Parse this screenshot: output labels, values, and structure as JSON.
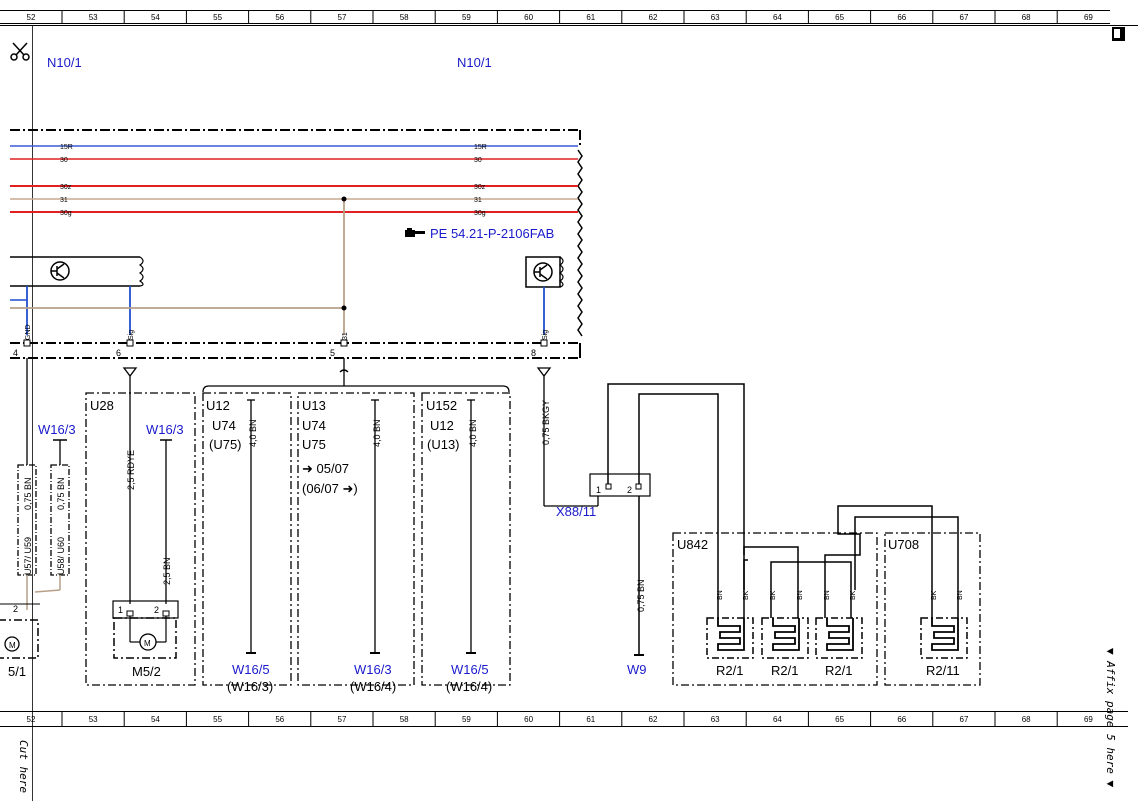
{
  "colors": {
    "wire_15R": "#3b5bd6",
    "wire_30": "#e02020",
    "wire_31": "#b8a088",
    "wire_sig": "#1f4fd0",
    "ref_blue": "#1a1acc"
  },
  "ruler": {
    "top_numbers": [
      "52",
      "53",
      "54",
      "55",
      "56",
      "57",
      "58",
      "59",
      "60",
      "61",
      "62",
      "63",
      "64",
      "65",
      "66",
      "67",
      "68",
      "69"
    ],
    "bottom_numbers": [
      "52",
      "53",
      "54",
      "55",
      "56",
      "57",
      "58",
      "59",
      "60",
      "61",
      "62",
      "63",
      "64",
      "65",
      "66",
      "67",
      "68",
      "69"
    ]
  },
  "margin": {
    "cut_here": "Cut here",
    "affix_page": "▼ Affix page 5 here ▼"
  },
  "header": {
    "left_module": "N10/1",
    "right_module": "N10/1"
  },
  "bus": {
    "wire_labels": [
      "15R",
      "30",
      "30z",
      "31",
      "30g"
    ],
    "reference": "PE 54.21-P-2106FAB",
    "reference_icon": "pointing-hand-icon"
  },
  "pins": {
    "p4": "4",
    "p6": "6",
    "p5": "5",
    "p8": "8",
    "p4_sig": "GND",
    "p6_sig": "Sig",
    "p5_sig": "31",
    "p8_sig": "Sig"
  },
  "left_section": {
    "w16_3_left": "W16/3",
    "wire_a": "0,75 BN",
    "wire_b": "0,75 BN",
    "splice_a": "U57/ U59",
    "splice_b": "U58/ U60",
    "pin_2": "2",
    "component": "5/1",
    "motor_symbol": "M"
  },
  "u28": {
    "variant": "U28",
    "ground": "W16/3",
    "wire_1": "2,5 RDYE",
    "wire_2": "2,5 BN",
    "pin_1": "1",
    "pin_2": "2",
    "motor_symbol": "M",
    "component": "M5/2"
  },
  "u12_box": {
    "line1": "U12",
    "line2": "U74",
    "line3": "(U75)",
    "wire": "4,0 BN",
    "ground": "W16/5",
    "ground_alt": "(W16/3)"
  },
  "u13_box": {
    "line1": "U13",
    "line2": "U74",
    "line3": "U75",
    "note1": "➜ 05/07",
    "note2": "(06/07 ➜)",
    "wire": "4,0 BN",
    "ground": "W16/3",
    "ground_alt": "(W16/4)"
  },
  "u152_box": {
    "line1": "U152",
    "line2": "U12",
    "line3": "(U13)",
    "wire": "4,0 BN",
    "ground": "W16/5",
    "ground_alt": "(W16/4)"
  },
  "x88": {
    "wire": "0,75 BKGY",
    "connector": "X88/11",
    "pin_1": "1",
    "pin_2": "2",
    "ground_wire": "0,75 BN",
    "ground": "W9"
  },
  "u842": {
    "variant": "U842",
    "wires": [
      "BN",
      "BK",
      "BK",
      "BN",
      "BN",
      "BK"
    ],
    "heaters": [
      "R2/1",
      "R2/1",
      "R2/1"
    ]
  },
  "u708": {
    "variant": "U708",
    "wires": [
      "BK",
      "BN"
    ],
    "heater": "R2/11"
  }
}
